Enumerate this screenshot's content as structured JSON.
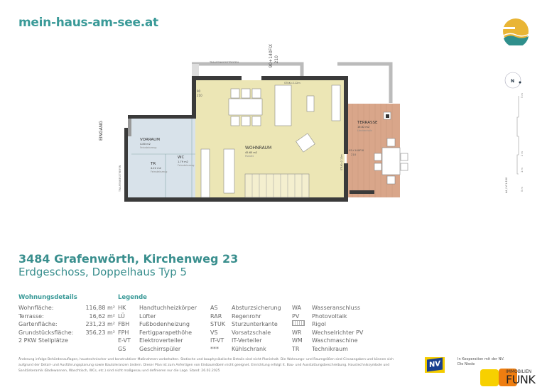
{
  "header": {
    "site": "mein-haus-am-see.at"
  },
  "plan": {
    "rooms": [
      {
        "name": "WOHNRAUM",
        "area": "45.65 m2",
        "floor": "Parkett"
      },
      {
        "name": "TERRASSE",
        "area": "16.62 m2",
        "floor": "Lärchenholz"
      },
      {
        "name": "VORRAUM",
        "area": "4.80 m2",
        "floor": "Feinsteinzeug"
      },
      {
        "name": "TR",
        "area": "4.22 m2",
        "floor": "Feinsteinzeug"
      },
      {
        "name": "WC",
        "area": "1.79 m2",
        "floor": "Feinsteinzeug"
      }
    ],
    "entrance": "EINGANG",
    "stairs_label": "TRAUFENKIESSTREIFEN",
    "top_label": "TRAUFENKIESSTREIFEN",
    "door_top": "90+140FIX",
    "door_top_h": "210",
    "door_left": "90",
    "door_left_h": "210",
    "door_terrace": "95+140FIX",
    "door_terrace_h": "210",
    "stuk_top": "STUK=2.12m",
    "stuk_right": "STUK=2.12m",
    "north": "N",
    "scale_labels": [
      "5 m",
      "2 m",
      "1 m",
      "0 m"
    ],
    "scale_note": "A4 / M 1:100"
  },
  "address": {
    "title": "3484 Grafenwörth, Kirchenweg 23",
    "subtitle": "Erdgeschoss, Doppelhaus Typ 5"
  },
  "details": {
    "heading": "Wohnungsdetails",
    "rows": [
      {
        "k": "Wohnfläche:",
        "v": "116,88 m²"
      },
      {
        "k": "Terrasse:",
        "v": "16,62 m²"
      },
      {
        "k": "Gartenfläche:",
        "v": "231,23 m²"
      },
      {
        "k": "Grundstücksfläche:",
        "v": "356,23 m²"
      },
      {
        "k": "2 PKW Stellplätze",
        "v": ""
      }
    ]
  },
  "legend": {
    "heading": "Legende",
    "col1": [
      {
        "a": "HK",
        "t": "Handtuchheizkörper"
      },
      {
        "a": "LÜ",
        "t": "Lüfter"
      },
      {
        "a": "FBH",
        "t": "Fußbodenheizung"
      },
      {
        "a": "FPH",
        "t": "Fertigparapethöhe"
      },
      {
        "a": "E-VT",
        "t": "Elektroverteiler"
      },
      {
        "a": "GS",
        "t": "Geschirrspüler"
      }
    ],
    "col2": [
      {
        "a": "AS",
        "t": "Absturzsicherung"
      },
      {
        "a": "RAR",
        "t": "Regenrohr"
      },
      {
        "a": "STUK",
        "t": "Sturzunterkante"
      },
      {
        "a": "VS",
        "t": "Vorsatzschale"
      },
      {
        "a": "IT-VT",
        "t": "IT-Verteiler"
      },
      {
        "a": "***",
        "t": "Kühlschrank"
      }
    ],
    "col3": [
      {
        "a": "WA",
        "t": "Wasseranschluss"
      },
      {
        "a": "PV",
        "t": "Photovoltaik"
      },
      {
        "a": "",
        "t": "Rigol"
      },
      {
        "a": "WR",
        "t": "Wechselrichter PV"
      },
      {
        "a": "WM",
        "t": "Waschmaschine"
      },
      {
        "a": "TR",
        "t": "Technikraum"
      }
    ]
  },
  "disclaimer": "Änderung infolge Behördenauflagen, haustechnischer und konstruktiver Maßnahmen vorbehalten. Statische und bauphysikalische Details sind nicht Planinhalt. Die Wohnungs- und Raumgrößen sind Circaangaben und können sich aufgrund der Detail- und Ausführungsplanung sowie Bautoleranzen ändern. Dieser Plan ist zum Anfertigen von Einbaumöbeln nicht geeignet. Einrichtung erfolgt lt. Bau- und Ausstattungsbeschreibung. Haustechniksymbole und Sanitärkeramik (Badewannen, Waschtisch, WCs, etc.) sind nicht maßgenau und definieren nur die Lage. Stand: 26.02.2025",
  "footer": {
    "nv": "NV",
    "coop": "In Kooperation mit der NV.",
    "coop2": "Die Niede",
    "funk_small": "IMMOBILIEN",
    "funk": "FUNK"
  },
  "colors": {
    "teal": "#3a9a98",
    "living": "#ece6b5",
    "wet": "#d8e2ea",
    "terrace": "#d9a68a",
    "wall": "#3a3a3a",
    "sun": "#e9b535"
  }
}
